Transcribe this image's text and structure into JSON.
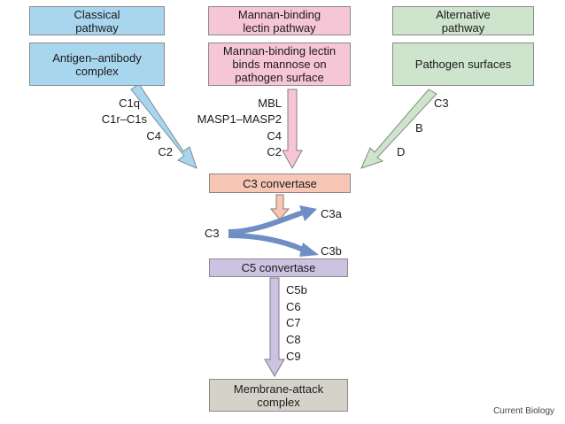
{
  "pathways": {
    "classical": {
      "title": [
        "Classical",
        "pathway"
      ],
      "trigger": [
        "Antigen–antibody",
        "complex"
      ],
      "factors": [
        "C1q",
        "C1r–C1s",
        "C4",
        "C2"
      ]
    },
    "lectin": {
      "title": [
        "Mannan-binding",
        "lectin pathway"
      ],
      "trigger": [
        "Mannan-binding lectin",
        "binds mannose on",
        "pathogen surface"
      ],
      "factors": [
        "MBL",
        "MASP1–MASP2",
        "C4",
        "C2"
      ]
    },
    "alternative": {
      "title": [
        "Alternative",
        "pathway"
      ],
      "trigger": [
        "Pathogen surfaces"
      ],
      "factors": [
        "C3",
        "B",
        "D"
      ]
    }
  },
  "c3_convertase": "C3 convertase",
  "c3_cleavage": {
    "input": "C3",
    "products": [
      "C3a",
      "C3b"
    ]
  },
  "c5_convertase": "C5 convertase",
  "terminal_factors": [
    "C5b",
    "C6",
    "C7",
    "C8",
    "C9"
  ],
  "mac": [
    "Membrane-attack",
    "complex"
  ],
  "credit": "Current Biology",
  "colors": {
    "classical": "#a9d6ef",
    "lectin": "#f6c6d6",
    "alternative": "#cfe4cd",
    "c3_convertase": "#f7c6b4",
    "c5_convertase": "#ccc3e2",
    "mac": "#d4d2c9",
    "cleavage_arrow": "#6e8ec4"
  }
}
